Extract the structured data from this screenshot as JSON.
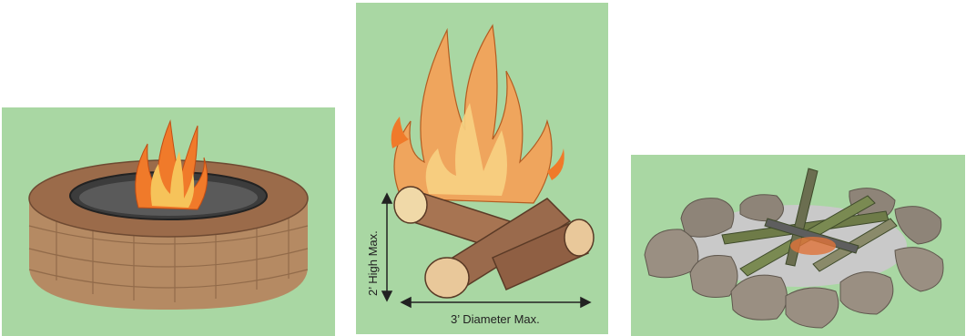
{
  "colors": {
    "panel_bg": "#a9d7a3",
    "brick": "#b58a63",
    "cap": "#9b6b4a",
    "flame_orange": "#f07a2a",
    "flame_yellow": "#f6c35a",
    "log": "#9a6a4c",
    "stone": "#8e8478"
  },
  "panels": [
    {
      "name": "round brick fire pit"
    },
    {
      "name": "campfire size limits",
      "height_label": "2’ High Max.",
      "diameter_label": "3’ Diameter Max."
    },
    {
      "name": "stone ring fire pit with logs"
    }
  ]
}
